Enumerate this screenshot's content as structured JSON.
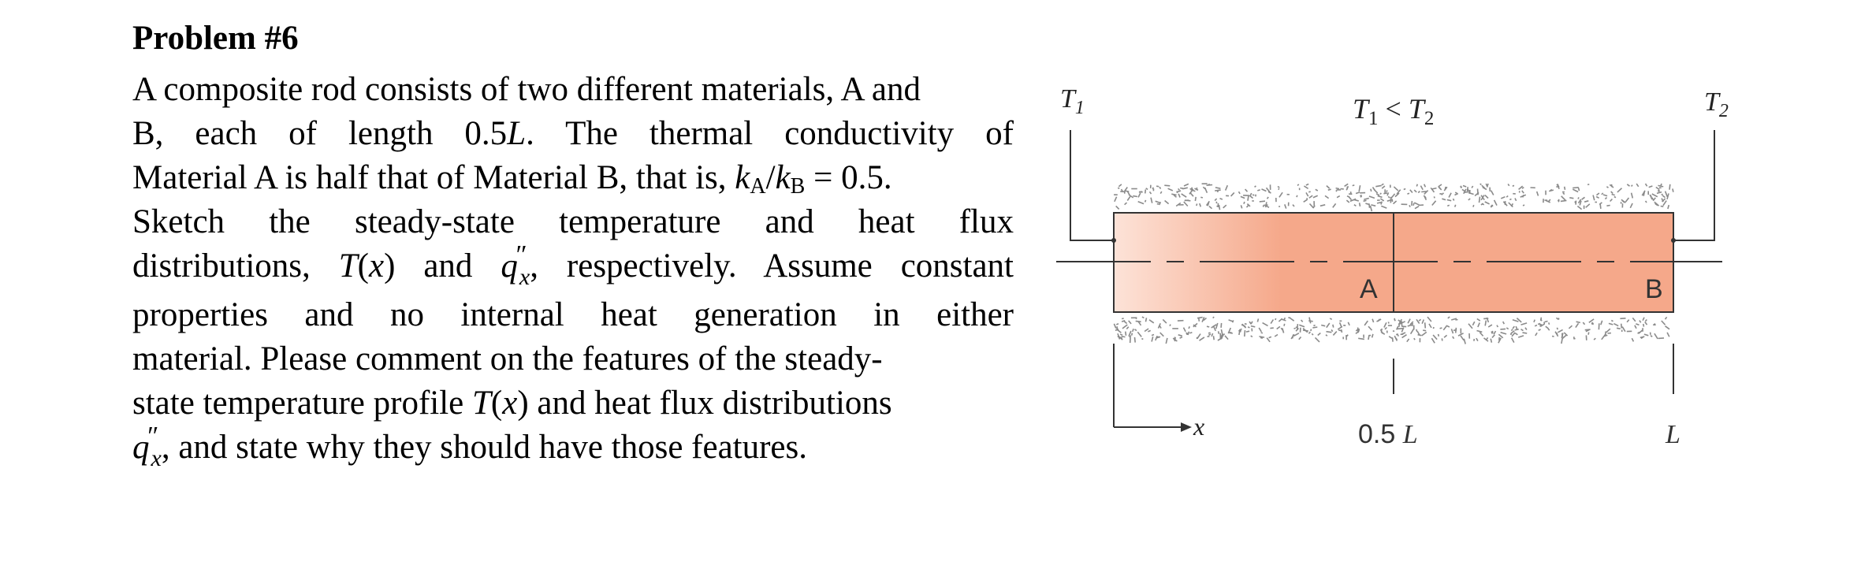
{
  "problem_title": "Problem #6",
  "text_lines": [
    "A composite rod consists of two different materials, A and",
    "B, each of length 0.5L. The thermal conductivity of",
    "Material A is half that of Material B, that is, kA/kB = 0.5.",
    "Sketch the steady-state temperature and heat flux",
    "distributions, T(x) and q″x, respectively. Assume constant",
    "properties and no internal heat generation in either",
    "material. Please comment on the features of the steady-",
    "state temperature profile T(x) and heat flux distributions",
    "q″x, and state why they should have those features."
  ],
  "figure": {
    "label_T1": "T1",
    "label_T2": "T2",
    "condition": "T1 < T2",
    "material_A": "A",
    "material_B": "B",
    "axis_x": "x",
    "tick_mid": "0.5 L",
    "tick_end": "L",
    "colors": {
      "rod_light": "#fde3d8",
      "rod_dark": "#f5a88a",
      "rod_border": "#333333",
      "insulation": "#8a8a8a"
    }
  }
}
